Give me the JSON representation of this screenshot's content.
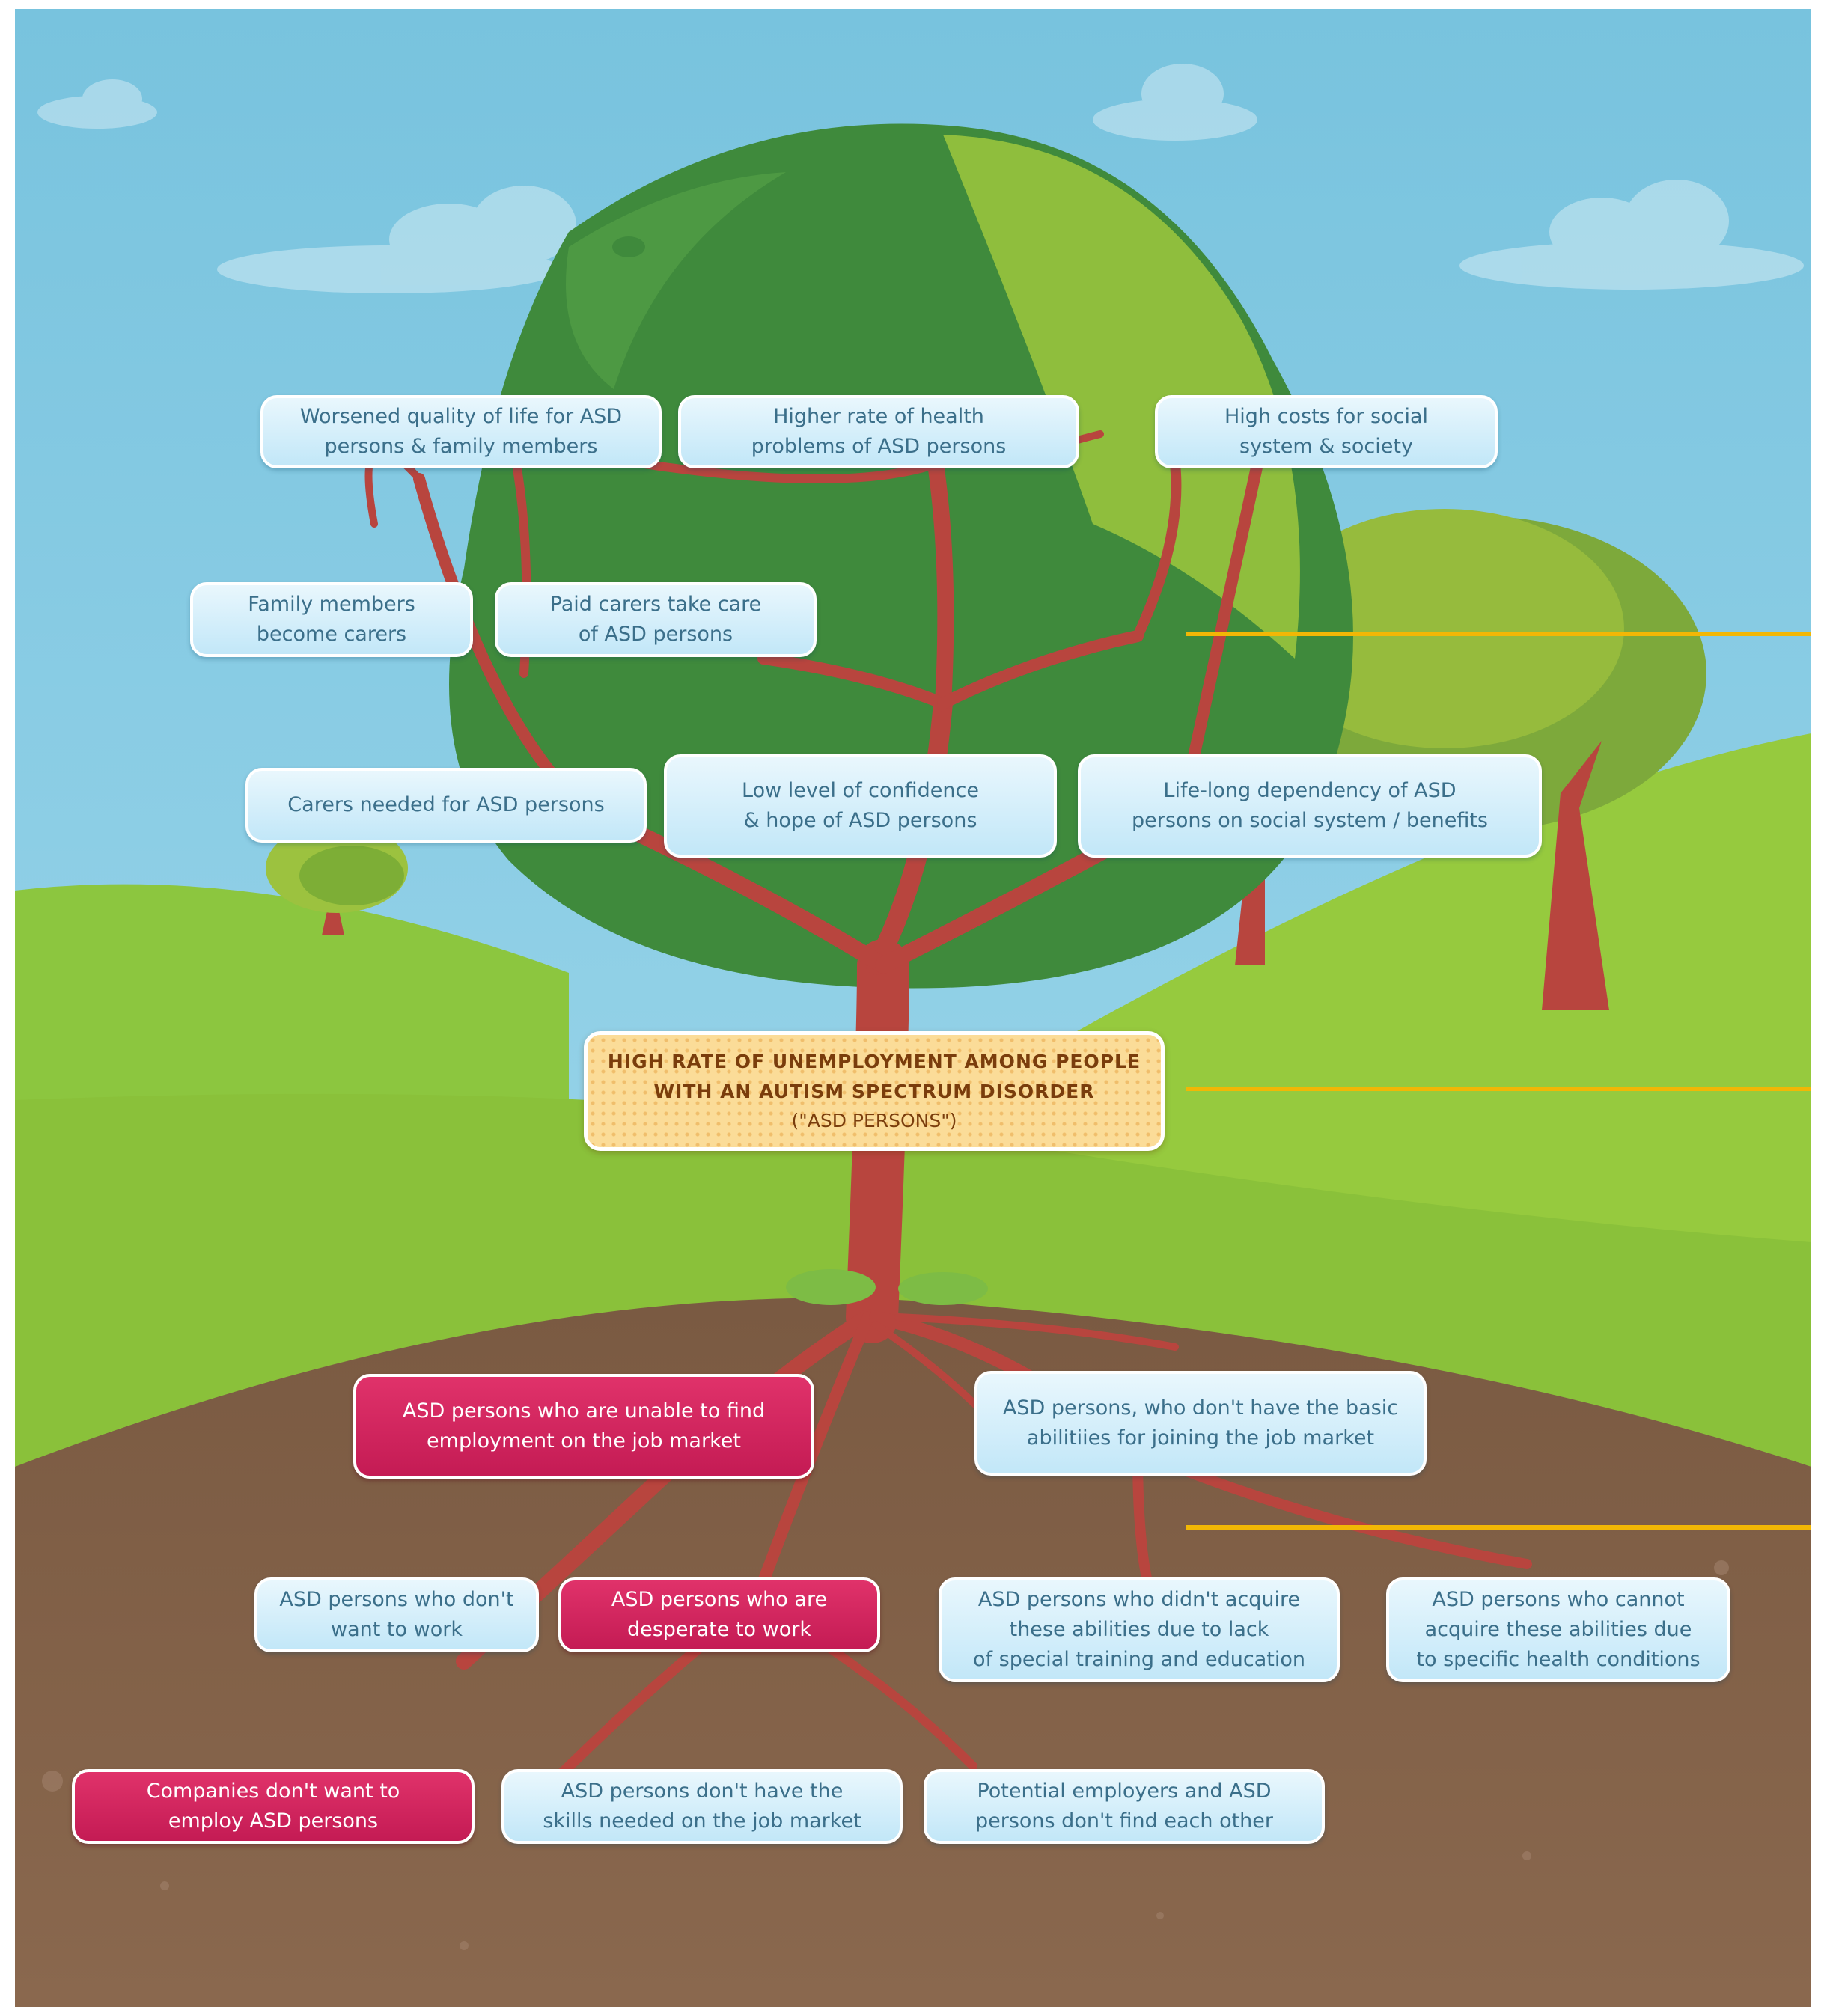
{
  "colors": {
    "sky_top": "#79c4df",
    "sky_bottom": "#a8dcef",
    "grass": "#8bc23a",
    "soil": "#84634a",
    "trunk": "#b8453e",
    "accent_line": "#f2b705",
    "tree_dark": "#3f8a3c",
    "tree_light": "#9cc23f"
  },
  "effects": {
    "label_1": "Worsened quality of life for ASD\npersons & family members",
    "label_2": "Higher rate of health\nproblems of ASD persons",
    "label_3": "High costs for social\nsystem & society",
    "label_4": "Family members\nbecome carers",
    "label_5": "Paid carers take care\nof ASD persons",
    "label_6": "Carers needed for ASD persons",
    "label_7": "Low level of confidence\n& hope of ASD persons",
    "label_8": "Life-long dependency of ASD\npersons on social system / benefits"
  },
  "problem": {
    "line1": "HIGH RATE OF UNEMPLOYMENT AMONG PEOPLE",
    "line2": "WITH AN AUTISM SPECTRUM DISORDER",
    "line3": "(\"ASD PERSONS\")"
  },
  "causes": {
    "label_1": "ASD persons who are unable to find\nemployment on the job market",
    "label_2": "ASD persons, who don't have the basic\nabilitiies for joining the job market",
    "label_3": "ASD persons who don't\nwant to work",
    "label_4": "ASD persons who are\ndesperate to work",
    "label_5": "ASD persons who didn't acquire\nthese abilities due to lack\nof special training and education",
    "label_6": "ASD persons who cannot\nacquire these abilities due\nto specific health conditions",
    "label_7": "Companies don't want to\nemploy ASD persons",
    "label_8": "ASD persons don't have the\nskills needed on the job market",
    "label_9": "Potential employers and ASD\npersons don't find each other"
  }
}
